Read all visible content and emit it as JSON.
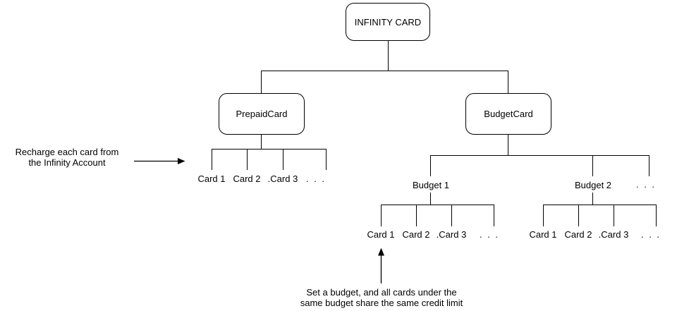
{
  "tree": {
    "root": {
      "label": "INFINITY CARD"
    },
    "prepaid": {
      "label": "PrepaidCard",
      "children": [
        "Card 1",
        "Card 2",
        ".Card 3"
      ],
      "ellipsis": ". . ."
    },
    "budget": {
      "label": "BudgetCard",
      "ellipsis": ". . .",
      "groups": [
        {
          "label": "Budget 1",
          "children": [
            "Card 1",
            "Card 2",
            ".Card 3"
          ],
          "ellipsis": ". . ."
        },
        {
          "label": "Budget 2",
          "children": [
            "Card 1",
            "Card 2",
            ".Card 3"
          ],
          "ellipsis": ". . ."
        }
      ]
    }
  },
  "annotations": {
    "recharge": {
      "line1": "Recharge each card from",
      "line2": "the Infinity Account"
    },
    "budget_note": {
      "line1": "Set a budget, and all cards under the",
      "line2": "same budget share the same credit limit"
    }
  },
  "colors": {
    "line": "#000000",
    "background": "#ffffff"
  }
}
